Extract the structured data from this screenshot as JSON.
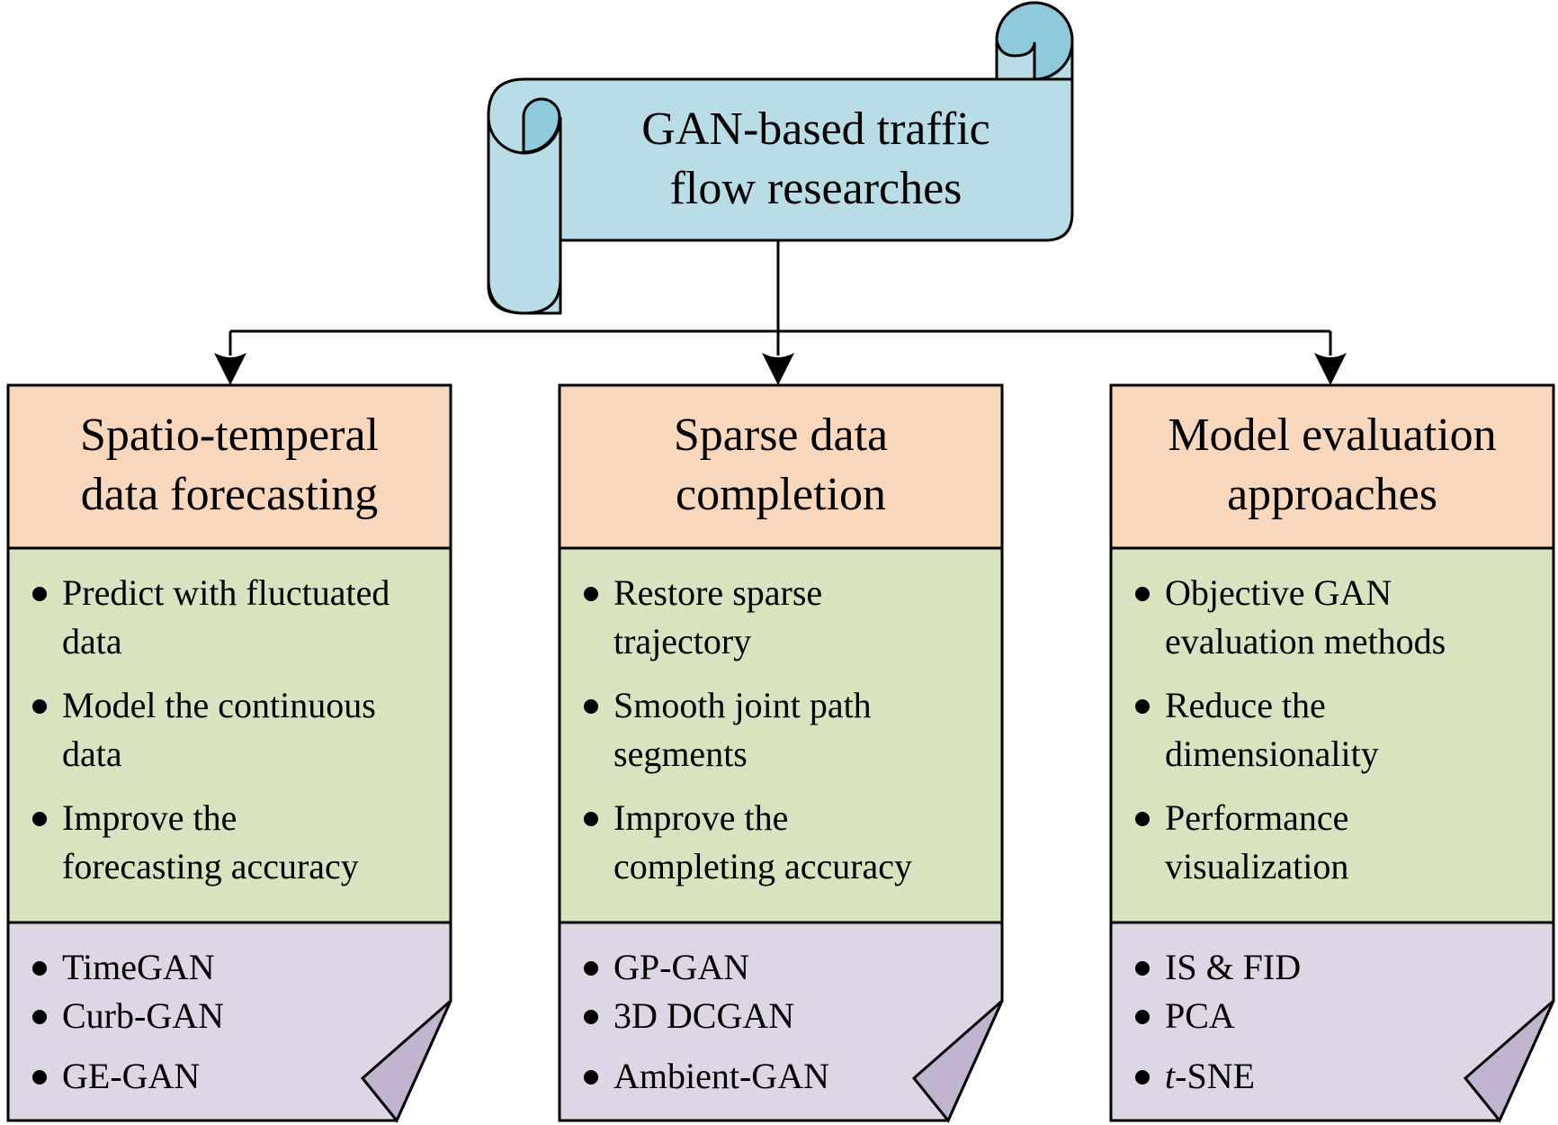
{
  "root": {
    "title_lines": [
      "GAN-based traffic",
      "flow researches"
    ],
    "fill": "#b8dde7",
    "roll_fill": "#8ecadb"
  },
  "colors": {
    "header": "#f9d7bd",
    "body": "#d8e3c0",
    "footer": "#dcd6e5",
    "fold": "#c1b4cf",
    "line": "#000000"
  },
  "columns": [
    {
      "header_lines": [
        "Spatio-temperal",
        "data forecasting"
      ],
      "items": [
        [
          "Predict with fluctuated",
          "data"
        ],
        [
          "Model the continuous",
          "data"
        ],
        [
          "Improve the",
          "forecasting accuracy"
        ]
      ],
      "methods": [
        "TimeGAN",
        "Curb-GAN",
        "GE-GAN"
      ]
    },
    {
      "header_lines": [
        "Sparse data",
        "completion"
      ],
      "items": [
        [
          "Restore sparse",
          "trajectory"
        ],
        [
          "Smooth joint path",
          "segments"
        ],
        [
          "Improve the",
          "completing accuracy"
        ]
      ],
      "methods": [
        "GP-GAN",
        "3D DCGAN",
        "Ambient-GAN"
      ]
    },
    {
      "header_lines": [
        "Model evaluation",
        "approaches"
      ],
      "items": [
        [
          "Objective GAN",
          "evaluation methods"
        ],
        [
          "Reduce the",
          "dimensionality"
        ],
        [
          "Performance",
          "visualization"
        ]
      ],
      "methods": [
        "IS & FID",
        "PCA",
        "t-SNE"
      ],
      "italic_prefix_method_index": 2,
      "italic_prefix": "t"
    }
  ]
}
